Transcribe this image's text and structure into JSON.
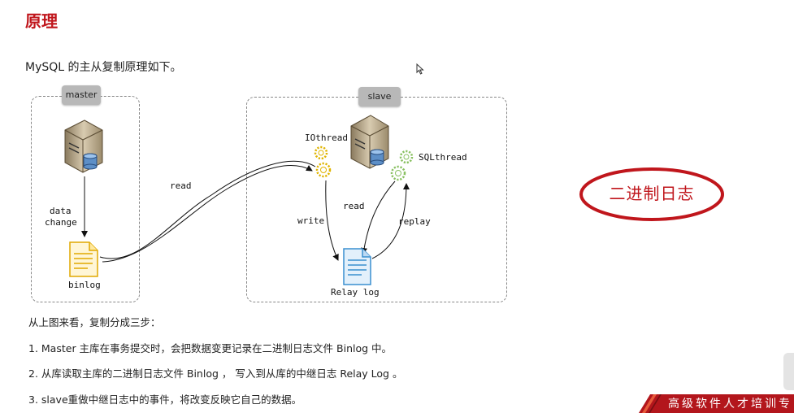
{
  "header": {
    "title": "原理"
  },
  "intro": "MySQL 的主从复制原理如下。",
  "diagram": {
    "master_tag": "master",
    "slave_tag": "slave",
    "data_change_line1": "data",
    "data_change_line2": "change",
    "binlog": "binlog",
    "read_master": "read",
    "io_thread": "IOthread",
    "sql_thread": "SQLthread",
    "write": "write",
    "read_slave": "read",
    "replay": "replay",
    "relay_log": "Relay log"
  },
  "annotation": {
    "text": "二进制日志",
    "color": "#c0161c"
  },
  "steps": {
    "intro": "从上图来看，复制分成三步：",
    "items": [
      "1.  Master 主库在事务提交时，会把数据变更记录在二进制日志文件 Binlog 中。",
      "2.  从库读取主库的二进制日志文件 Binlog ， 写入到从库的中继日志 Relay Log 。",
      "3.  slave重做中继日志中的事件，将改变反映它自己的数据。"
    ]
  },
  "footer_banner": {
    "text": "高级软件人才培训专"
  },
  "colors": {
    "accent": "#c0161c",
    "gear_io": "#e0b400",
    "gear_sql": "#88c060",
    "doc_binlog": "#f3c433",
    "doc_relay": "#3a8fd0"
  }
}
